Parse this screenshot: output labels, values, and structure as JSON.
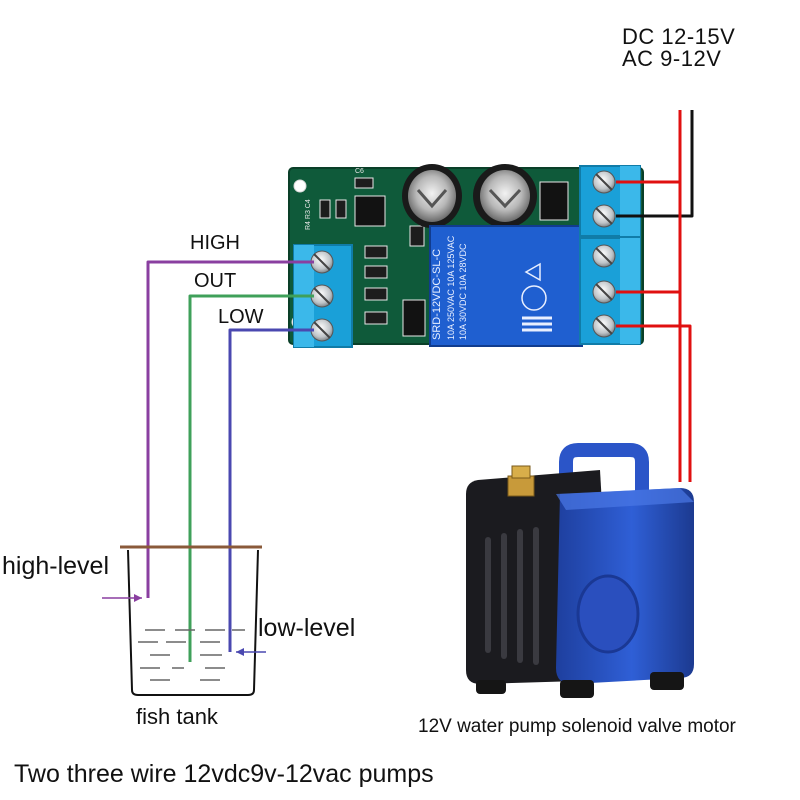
{
  "supply": {
    "dc_label": "DC 12-15V",
    "ac_label": "AC  9-12V"
  },
  "probe_labels": {
    "high": "HIGH",
    "out": "OUT",
    "low": "LOW"
  },
  "tank": {
    "high_level_label": "high-level",
    "low_level_label": "low-level",
    "caption": "fish tank"
  },
  "pump": {
    "caption": "12V water pump solenoid valve motor"
  },
  "relay": {
    "model": "SRD-12VDC-SL-C",
    "rating_1": "10A 250VAC 10A 125VAC",
    "rating_2": "10A 30VDC 10A 28VDC"
  },
  "footer": {
    "text": "Two three wire 12vdc9v-12vac pumps"
  },
  "colors": {
    "wire_high": "#8a3fa0",
    "wire_out": "#3fa05a",
    "wire_low": "#4a48b0",
    "wire_red": "#e01010",
    "wire_black": "#111111",
    "pcb": "#0f5a3a",
    "relay": "#1f5fd0",
    "pump": "#2b55c8",
    "terminal": "#1aa0d8"
  }
}
